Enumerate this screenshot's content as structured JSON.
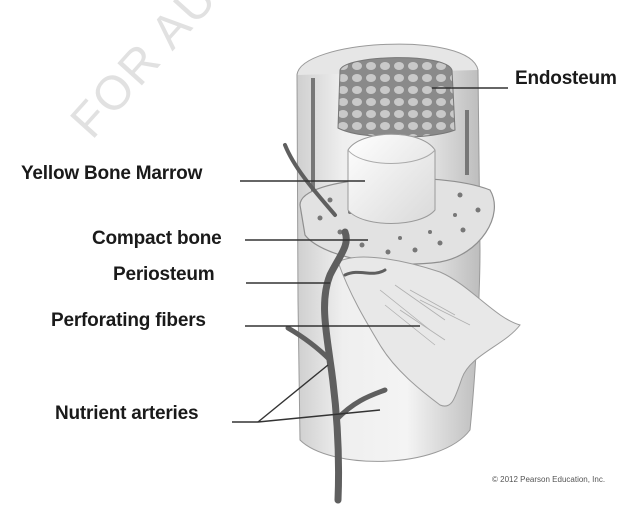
{
  "labels": {
    "endosteum": "Endosteum",
    "yellow_bone_marrow": "Yellow Bone Marrow",
    "compact_bone": "Compact bone",
    "periosteum": "Periosteum",
    "perforating_fibers": "Perforating fibers",
    "nutrient_arteries": "Nutrient arteries"
  },
  "copyright": "© 2012 Pearson Education, Inc.",
  "watermark": "FOR AUTHOR USE ONLY",
  "colors": {
    "bone_light": "#ededed",
    "bone_mid": "#d8d8d8",
    "bone_shadow": "#b5b5b5",
    "vessel": "#6a6a6a",
    "leader_line": "#333333"
  }
}
